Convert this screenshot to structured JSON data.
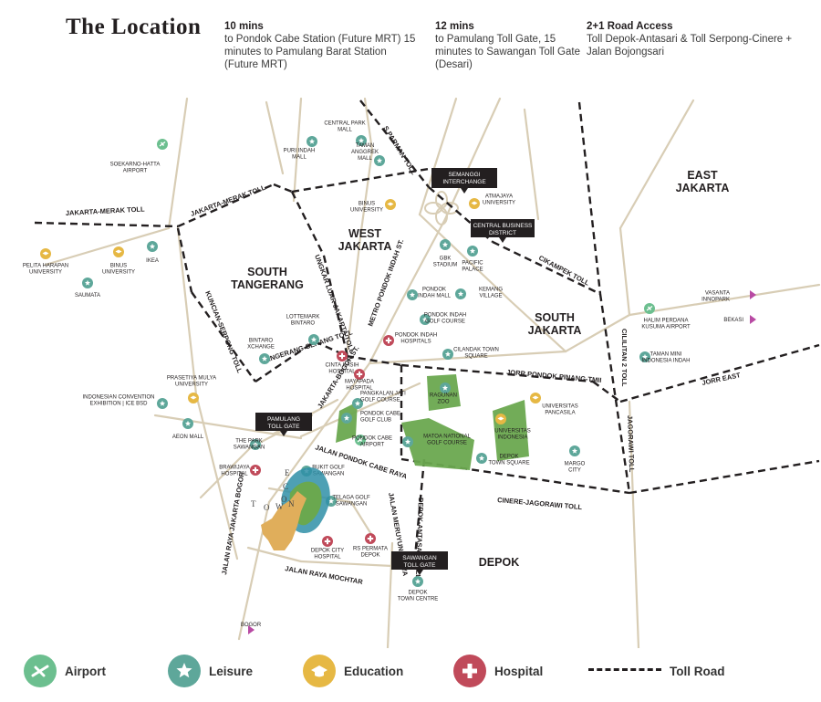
{
  "header": {
    "title": "The Location",
    "info": [
      {
        "bold": "10 mins",
        "text": "to Pondok Cabe Station (Future MRT) 15 minutes to Pamulang Barat Station  (Future MRT)"
      },
      {
        "bold": "12 mins",
        "text": "to Pamulang Toll Gate, 15 minutes to Sawangan Toll Gate (Desari)"
      },
      {
        "bold": "2+1 Road Access",
        "text": "Toll Depok-Antasari & Toll Serpong-Cinere + Jalan Bojongsari"
      }
    ]
  },
  "colors": {
    "airport": "#6cbf8f",
    "leisure": "#5ea79a",
    "education": "#e6b844",
    "hospital": "#c04a5a",
    "green_area": "#6aa84f",
    "road": "#d8cdb5",
    "callout_bg": "#231f20",
    "pin": "#b84aa3"
  },
  "regions": [
    {
      "name": "WEST\nJAKARTA"
    },
    {
      "name": "SOUTH\nTANGERANG"
    },
    {
      "name": "SOUTH\nJAKARTA"
    },
    {
      "name": "EAST\nJAKARTA"
    },
    {
      "name": "DEPOK"
    }
  ],
  "callouts": [
    "SEMANGGI\nINTERCHANGE",
    "CENTRAL BUSINESS\nDISTRICT",
    "PAMULANG\nTOLL GATE",
    "SAWANGAN\nTOLL GATE"
  ],
  "road_labels": [
    "JAKARTA-MERAK TOLL",
    "JAKARTA-MERAK TOLL",
    "S.PARMAN TOLL",
    "UNGKAR LUAR JAKARTA TOLL",
    "METRO PONDOK INDAH ST.",
    "KUNCIAN-SERPONG TOLL",
    "TANGERANG-SERANG TOLL",
    "CIKAMPEK TOLL",
    "CILILITAN 2 TOLL",
    "JORR PONDOK PINANG-TMII",
    "JORR EAST",
    "JAGORAWI TOLL",
    "CINERE-JAGORAWI TOLL",
    "JAKARTA-BOGOR ST.",
    "JALAN PONDOK CABE RAYA",
    "JALAN MERUYUNG RAYA",
    "DEPOK-ANTASARI TOLL",
    "JALAN RAYA JAKARTA BOGOR",
    "JALAN RAYA MOCHTAR"
  ],
  "places": [
    {
      "name": "SOEKARNO-HATTA\nAIRPORT",
      "type": "airport"
    },
    {
      "name": "PELITA HARAPAN\nUNIVERSITY",
      "type": "education"
    },
    {
      "name": "BINUS\nUNIVERSITY",
      "type": "education"
    },
    {
      "name": "IKEA",
      "type": "leisure"
    },
    {
      "name": "SAUMATA",
      "type": "leisure"
    },
    {
      "name": "CENTRAL PARK\nMALL",
      "type": "leisure"
    },
    {
      "name": "PURI INDAH\nMALL",
      "type": "leisure"
    },
    {
      "name": "TAMAN\nANGGREK\nMALL",
      "type": "leisure"
    },
    {
      "name": "BINUS\nUNIVERSITY",
      "type": "education"
    },
    {
      "name": "ATMAJAYA\nUNIVERSITY",
      "type": "education"
    },
    {
      "name": "GBK\nSTADIUM",
      "type": "leisure"
    },
    {
      "name": "PACIFIC\nPALACE",
      "type": "leisure"
    },
    {
      "name": "PONDOK\nINDAH MALL",
      "type": "leisure"
    },
    {
      "name": "KEMANG\nVILLAGE",
      "type": "leisure"
    },
    {
      "name": "PONDOK INDAH\nGOLF COURSE",
      "type": "leisure"
    },
    {
      "name": "PONDOK INDAH\nHOSPITALS",
      "type": "hospital"
    },
    {
      "name": "CILANDAK TOWN\nSQUARE",
      "type": "leisure"
    },
    {
      "name": "LOTTEMARK\nBINTARO",
      "type": "leisure"
    },
    {
      "name": "BINTARO\nXCHANGE",
      "type": "leisure"
    },
    {
      "name": "CINTA KASIH\nHOSPITAL",
      "type": "hospital"
    },
    {
      "name": "PRASETIYA MULYA\nUNIVERSITY",
      "type": "education"
    },
    {
      "name": "INDONESIAN CONVENTION\nEXHIBITION | ICE BSD",
      "type": "leisure"
    },
    {
      "name": "AEON MALL",
      "type": "leisure"
    },
    {
      "name": "MAYAPADA\nHOSPITAL",
      "type": "hospital"
    },
    {
      "name": "PANGKALAN JATI\nGOLF COURSE",
      "type": "leisure"
    },
    {
      "name": "PONDOK CABE\nGOLF CLUB",
      "type": "leisure"
    },
    {
      "name": "PONDOK CABE\nAIRPORT",
      "type": "airport"
    },
    {
      "name": "RAGUNAN\nZOO",
      "type": "leisure"
    },
    {
      "name": "MATOA NATIONAL\nGOLF COURSE",
      "type": "leisure"
    },
    {
      "name": "DEPOK\nTOWN SQUARE",
      "type": "leisure"
    },
    {
      "name": "UNIVERSITAS\nPANCASILA",
      "type": "education"
    },
    {
      "name": "UNIVERSITAS\nINDONESIA",
      "type": "education"
    },
    {
      "name": "MARGO\nCITY",
      "type": "leisure"
    },
    {
      "name": "HALIM PERDANA\nKUSUMA AIRPORT",
      "type": "airport"
    },
    {
      "name": "TAMAN MINI\nINDONESIA INDAH",
      "type": "leisure"
    },
    {
      "name": "VASANTA\nINNOPARK",
      "type": "pin"
    },
    {
      "name": "BEKASI",
      "type": "pin"
    },
    {
      "name": "THE PARK\nSAWANGAN",
      "type": "leisure"
    },
    {
      "name": "BRAWIJAYA\nHOSPITAL",
      "type": "hospital"
    },
    {
      "name": "BUKIT GOLF\nSAWANGAN",
      "type": "leisure"
    },
    {
      "name": "TELAGA GOLF\nSAWANGAN",
      "type": "leisure"
    },
    {
      "name": "DEPOK CITY\nHOSPITAL",
      "type": "hospital"
    },
    {
      "name": "RS PERMATA\nDEPOK",
      "type": "hospital"
    },
    {
      "name": "DEPOK\nTOWN CENTRE",
      "type": "leisure"
    },
    {
      "name": "BOGOR",
      "type": "pin"
    }
  ],
  "eco_town_letters": [
    "E",
    "C",
    "O",
    "T",
    "O",
    "W",
    "N"
  ],
  "legend": [
    {
      "label": "Airport",
      "icon": "airport-icon",
      "color": "#6cbf8f"
    },
    {
      "label": "Leisure",
      "icon": "star-icon",
      "color": "#5ea79a"
    },
    {
      "label": "Education",
      "icon": "graduation-cap-icon",
      "color": "#e6b844"
    },
    {
      "label": "Hospital",
      "icon": "cross-icon",
      "color": "#c04a5a"
    },
    {
      "label": "Toll Road",
      "icon": "dashed-line-icon",
      "color": "#231f20"
    }
  ]
}
